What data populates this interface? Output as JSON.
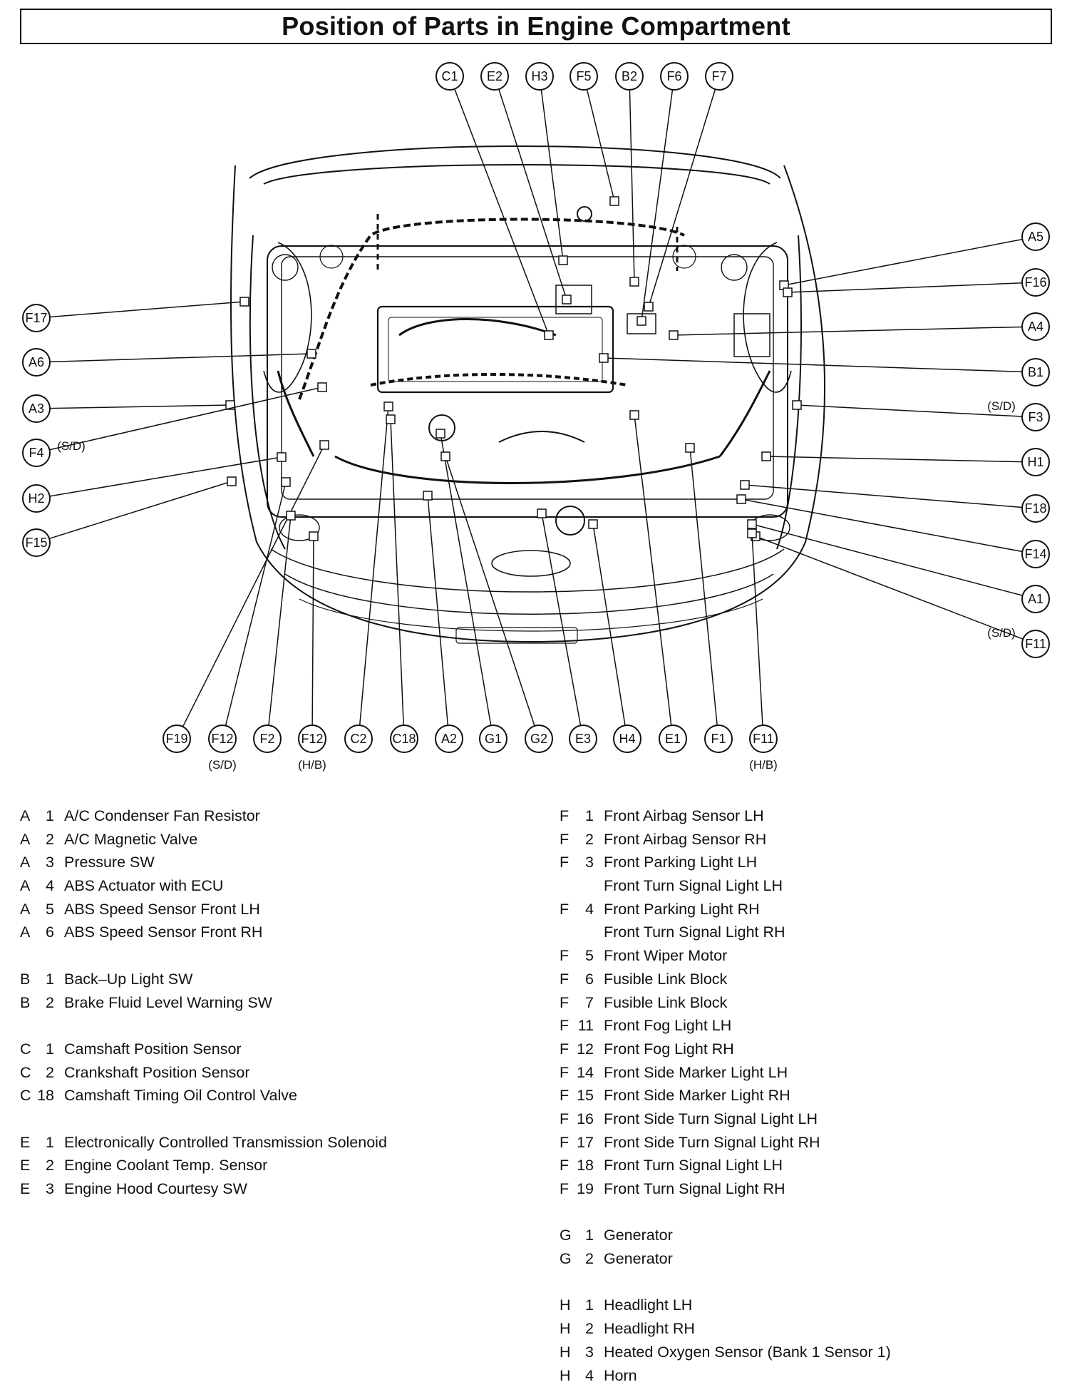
{
  "title": "Position of Parts in Engine Compartment",
  "callouts": {
    "top": [
      "C1",
      "E2",
      "H3",
      "F5",
      "B2",
      "F6",
      "F7"
    ],
    "left": [
      "F17",
      "A6",
      "A3",
      "F4",
      "H2",
      "F15"
    ],
    "left_quals": {
      "F4": "(S/D)"
    },
    "right": [
      "A5",
      "F16",
      "A4",
      "B1",
      "F3",
      "H1",
      "F18",
      "F14",
      "A1",
      "F11"
    ],
    "right_quals": {
      "F3": "(S/D)",
      "F11": "(S/D)"
    },
    "bottom": [
      "F19",
      "F12",
      "F2",
      "F12",
      "C2",
      "C18",
      "A2",
      "G1",
      "G2",
      "E3",
      "H4",
      "E1",
      "F1",
      "F11"
    ],
    "bottom_quals": [
      "",
      "(S/D)",
      "",
      "(H/B)",
      "",
      "",
      "",
      "",
      "",
      "",
      "",
      "",
      "",
      "(H/B)"
    ]
  },
  "legend_left": [
    {
      "letter": "A",
      "num": "1",
      "name": "A/C Condenser Fan Resistor"
    },
    {
      "letter": "A",
      "num": "2",
      "name": "A/C Magnetic Valve"
    },
    {
      "letter": "A",
      "num": "3",
      "name": "Pressure SW"
    },
    {
      "letter": "A",
      "num": "4",
      "name": "ABS Actuator with ECU"
    },
    {
      "letter": "A",
      "num": "5",
      "name": "ABS Speed Sensor Front LH"
    },
    {
      "letter": "A",
      "num": "6",
      "name": "ABS Speed Sensor Front RH"
    },
    {
      "gap": true
    },
    {
      "letter": "B",
      "num": "1",
      "name": "Back–Up Light SW"
    },
    {
      "letter": "B",
      "num": "2",
      "name": "Brake Fluid Level Warning SW"
    },
    {
      "gap": true
    },
    {
      "letter": "C",
      "num": "1",
      "name": "Camshaft Position Sensor"
    },
    {
      "letter": "C",
      "num": "2",
      "name": "Crankshaft Position Sensor"
    },
    {
      "letter": "C",
      "num": "18",
      "name": "Camshaft Timing Oil Control Valve"
    },
    {
      "gap": true
    },
    {
      "letter": "E",
      "num": "1",
      "name": "Electronically Controlled Transmission Solenoid"
    },
    {
      "letter": "E",
      "num": "2",
      "name": "Engine Coolant Temp. Sensor"
    },
    {
      "letter": "E",
      "num": "3",
      "name": "Engine Hood Courtesy SW"
    }
  ],
  "legend_right": [
    {
      "letter": "F",
      "num": "1",
      "name": "Front Airbag Sensor LH"
    },
    {
      "letter": "F",
      "num": "2",
      "name": "Front Airbag Sensor RH"
    },
    {
      "letter": "F",
      "num": "3",
      "name": "Front Parking Light LH"
    },
    {
      "letter": "",
      "num": "",
      "name": "Front Turn Signal Light LH"
    },
    {
      "letter": "F",
      "num": "4",
      "name": "Front Parking Light RH"
    },
    {
      "letter": "",
      "num": "",
      "name": "Front Turn Signal Light RH"
    },
    {
      "letter": "F",
      "num": "5",
      "name": "Front Wiper Motor"
    },
    {
      "letter": "F",
      "num": "6",
      "name": "Fusible Link Block"
    },
    {
      "letter": "F",
      "num": "7",
      "name": "Fusible Link Block"
    },
    {
      "letter": "F",
      "num": "11",
      "name": "Front Fog Light LH"
    },
    {
      "letter": "F",
      "num": "12",
      "name": "Front Fog Light RH"
    },
    {
      "letter": "F",
      "num": "14",
      "name": "Front Side Marker Light LH"
    },
    {
      "letter": "F",
      "num": "15",
      "name": "Front Side Marker Light RH"
    },
    {
      "letter": "F",
      "num": "16",
      "name": "Front Side Turn Signal Light LH"
    },
    {
      "letter": "F",
      "num": "17",
      "name": "Front Side Turn Signal Light RH"
    },
    {
      "letter": "F",
      "num": "18",
      "name": "Front Turn Signal Light LH"
    },
    {
      "letter": "F",
      "num": "19",
      "name": "Front Turn Signal Light RH"
    },
    {
      "gap": true
    },
    {
      "letter": "G",
      "num": "1",
      "name": "Generator"
    },
    {
      "letter": "G",
      "num": "2",
      "name": "Generator"
    },
    {
      "gap": true
    },
    {
      "letter": "H",
      "num": "1",
      "name": "Headlight LH"
    },
    {
      "letter": "H",
      "num": "2",
      "name": "Headlight RH"
    },
    {
      "letter": "H",
      "num": "3",
      "name": "Heated Oxygen Sensor (Bank 1 Sensor 1)"
    },
    {
      "letter": "H",
      "num": "4",
      "name": "Horn"
    }
  ]
}
